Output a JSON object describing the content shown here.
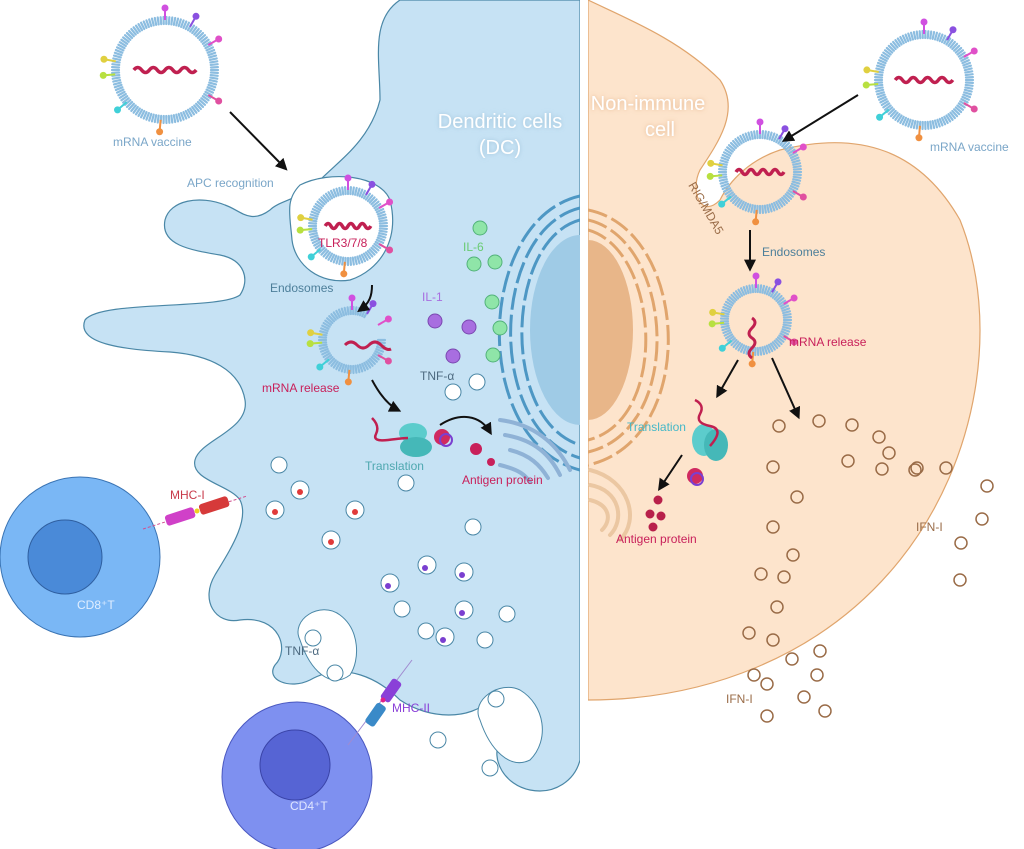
{
  "colors": {
    "dc_fill": "#c6e2f4",
    "dc_stroke": "#4a87a6",
    "non_immune_fill": "#fde4cc",
    "non_immune_stroke": "#e0a56d",
    "vaccine_label": "#7aa6c8",
    "mrna_red": "#c02050",
    "il6": "#8fe5a8",
    "il1": "#a86ee0",
    "ifn": "#9a6c48",
    "cd8": "#7ab7f5",
    "cd8_nucleus": "#4a8ad8",
    "cd4": "#7e90f0",
    "cd4_nucleus": "#5664d4",
    "translation": "#45b8b8",
    "antigen": "#c8205a"
  },
  "labels": {
    "dc_title_line1": "Dendritic cells",
    "dc_title_line2": "(DC)",
    "non_immune_title_line1": "Non-immune",
    "non_immune_title_line2": "cell",
    "vaccine_left": "mRNA vaccine",
    "vaccine_right": "mRNA vaccine",
    "apc_recognition": "APC recognition",
    "tlr": "TLR3/7/8",
    "endosomes_left": "Endosomes",
    "endosomes_right": "Endosomes",
    "rig_mda5": "RIG/MDA5",
    "il6": "IL-6",
    "il1": "IL-1",
    "tnf_alpha_top": "TNF-α",
    "tnf_alpha_bottom": "TNF-α",
    "mrna_release_left": "mRNA release",
    "mrna_release_right": "mRNA release",
    "translation_left": "Translation",
    "translation_right": "Translation",
    "antigen_left": "Antigen protein",
    "antigen_right": "Antigen protein",
    "mhc1": "MHC-I",
    "mhc2": "MHC-II",
    "cd8": "CD8⁺T",
    "cd4": "CD4⁺T",
    "ifn_right": "IFN-I",
    "ifn_bottom": "IFN-I"
  }
}
